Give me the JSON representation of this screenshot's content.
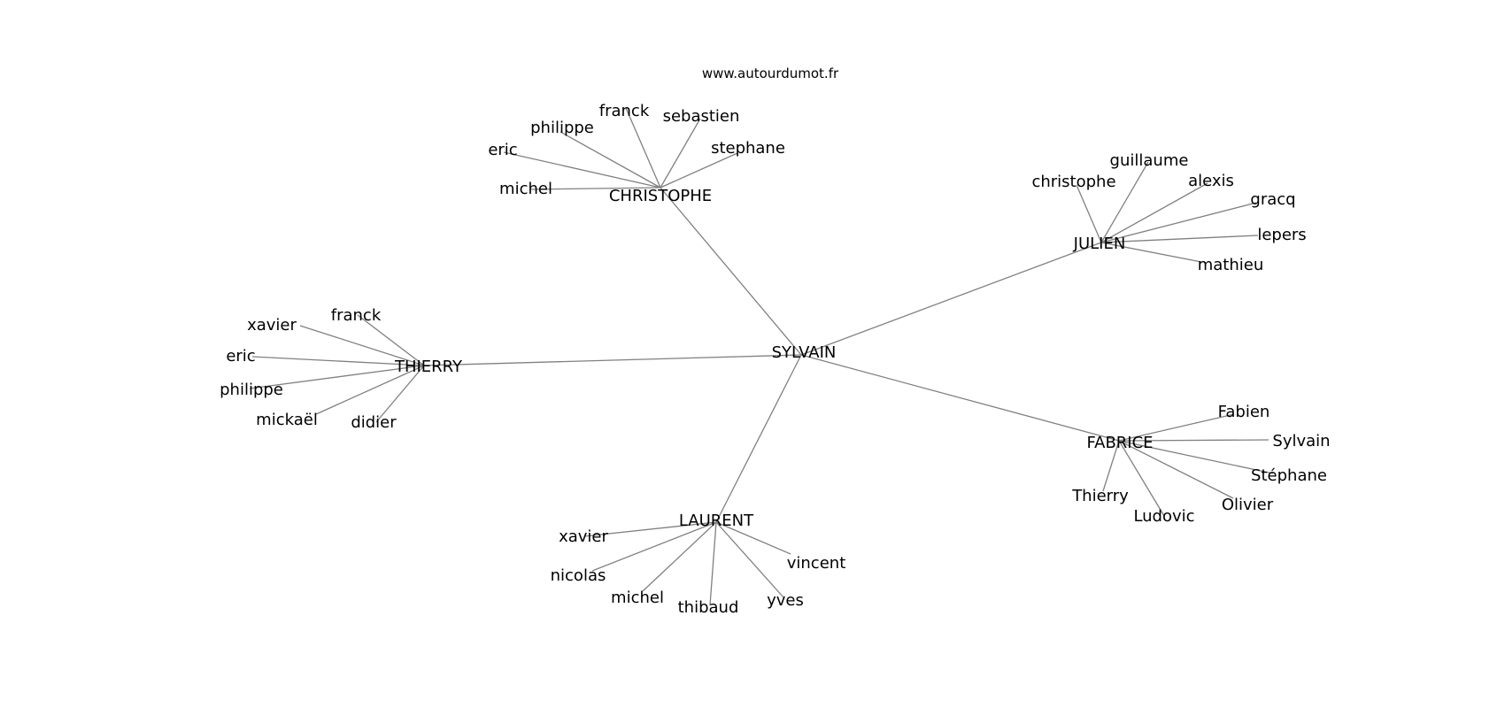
{
  "watermark": "www.autourdumot.fr",
  "colors": {
    "edge": "#808080",
    "text": "#000000",
    "background": "#ffffff"
  },
  "graph": {
    "center": "SYLVAIN",
    "groups": [
      {
        "hub": "CHRISTOPHE",
        "leaves": [
          "franck",
          "sebastien",
          "philippe",
          "eric",
          "stephane",
          "michel"
        ]
      },
      {
        "hub": "JULIEN",
        "leaves": [
          "guillaume",
          "christophe",
          "alexis",
          "gracq",
          "lepers",
          "mathieu"
        ]
      },
      {
        "hub": "THIERRY",
        "leaves": [
          "franck",
          "xavier",
          "eric",
          "philippe",
          "mickaël",
          "didier"
        ]
      },
      {
        "hub": "FABRICE",
        "leaves": [
          "Fabien",
          "Sylvain",
          "Stéphane",
          "Olivier",
          "Ludovic",
          "Thierry"
        ]
      },
      {
        "hub": "LAURENT",
        "leaves": [
          "xavier",
          "nicolas",
          "michel",
          "thibaud",
          "yves",
          "vincent"
        ]
      }
    ]
  }
}
